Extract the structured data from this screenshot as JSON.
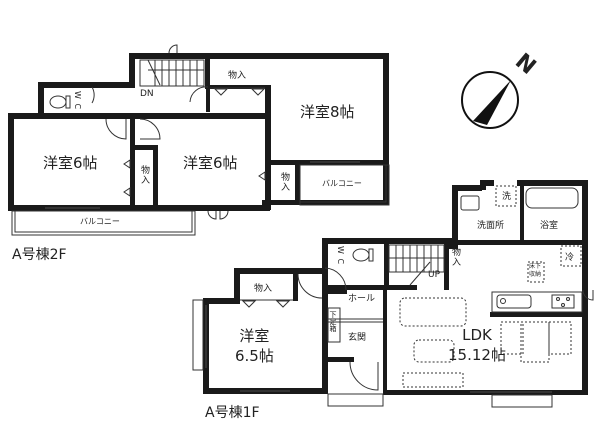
{
  "floor_2f": {
    "label": "A号棟2F",
    "rooms": {
      "western_6a": "洋室6帖",
      "western_6b": "洋室6帖",
      "western_8": "洋室8帖",
      "closet_top": "物入",
      "closet_mid": "物入",
      "closet_right": "物入",
      "wc": "W C",
      "stairs": "DN",
      "balcony_left": "バルコニー",
      "balcony_right": "バルコニー"
    }
  },
  "floor_1f": {
    "label": "A号棟1F",
    "rooms": {
      "western_65_line1": "洋室",
      "western_65_line2": "6.5帖",
      "closet": "物入",
      "closet_stairs": "物入",
      "wc": "W C",
      "stairs": "UP",
      "hall": "ホール",
      "entrance": "玄関",
      "shoe_box": "下足箱",
      "washroom": "洗面所",
      "washer": "洗",
      "bathroom": "浴室",
      "fridge": "冷",
      "underfloor_storage": "床下収納",
      "ldk_line1": "LDK",
      "ldk_line2": "15.12帖"
    }
  },
  "compass": {
    "north_label": "N",
    "color": "#111111"
  },
  "colors": {
    "wall": "#1a1a1a",
    "line": "#333333",
    "background": "#ffffff"
  }
}
